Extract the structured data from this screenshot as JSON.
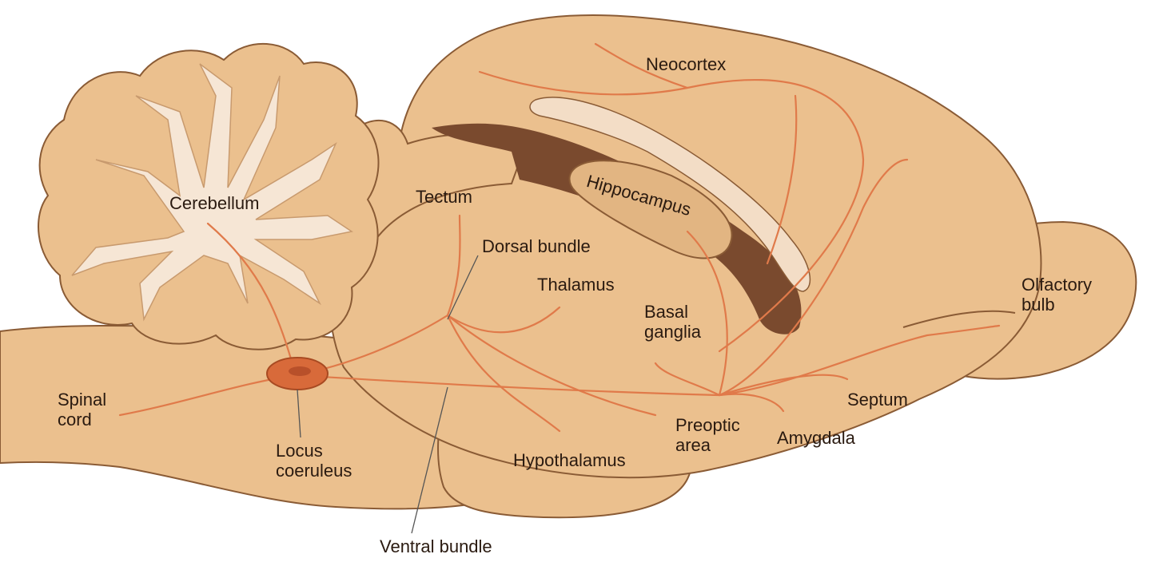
{
  "labels": {
    "neocortex": "Neocortex",
    "cerebellum": "Cerebellum",
    "tectum": "Tectum",
    "hippocampus": "Hippocampus",
    "dorsal_bundle": "Dorsal bundle",
    "thalamus": "Thalamus",
    "basal_ganglia": [
      "Basal",
      "ganglia"
    ],
    "olfactory_bulb": [
      "Olfactory",
      "bulb"
    ],
    "spinal_cord": [
      "Spinal",
      "cord"
    ],
    "locus_coeruleus": [
      "Locus",
      "coeruleus"
    ],
    "hypothalamus": "Hypothalamus",
    "preoptic_area": [
      "Preoptic",
      "area"
    ],
    "amygdala": "Amygdala",
    "septum": "Septum",
    "ventral_bundle": "Ventral bundle"
  },
  "colors": {
    "tissue": "#EBC08E",
    "tissue_dark": "#D9A773",
    "outline": "#8A5B35",
    "white_matter": "#F6E6D5",
    "ventricle": "#7A4A2E",
    "ventricle_light": "#F3DDC6",
    "fiber": "#E07A4A",
    "nucleus": "#D86A3A",
    "leader": "#555555"
  }
}
